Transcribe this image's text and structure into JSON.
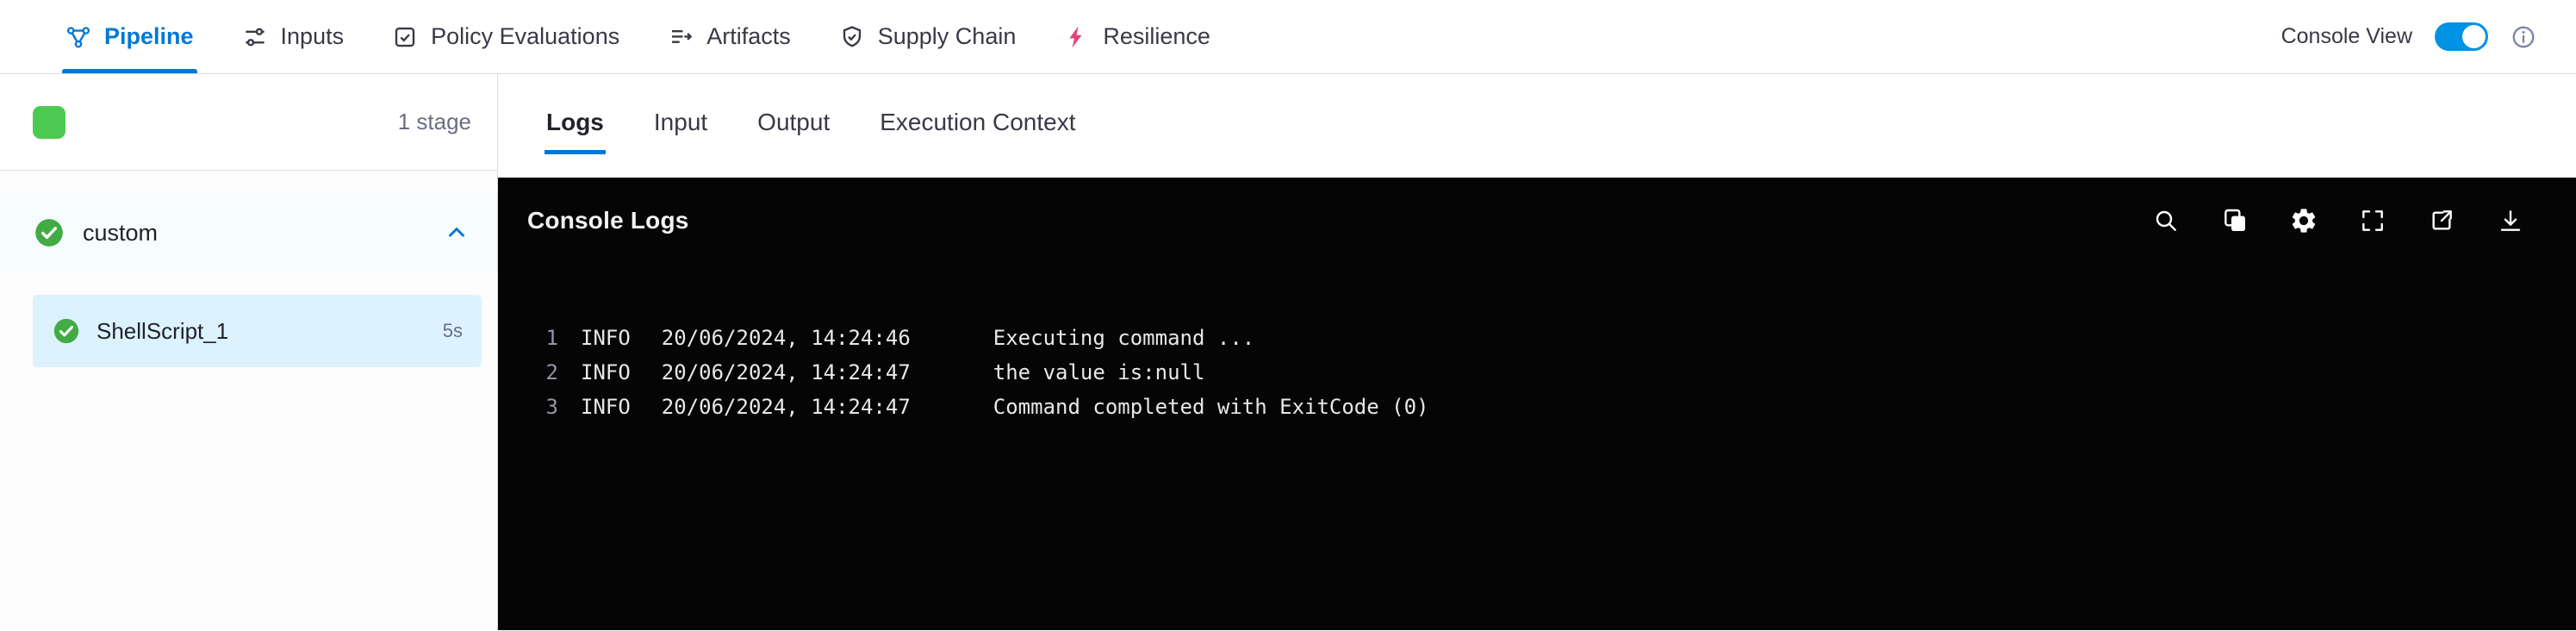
{
  "top_nav": {
    "tabs": [
      {
        "label": "Pipeline",
        "active": true
      },
      {
        "label": "Inputs",
        "active": false
      },
      {
        "label": "Policy Evaluations",
        "active": false
      },
      {
        "label": "Artifacts",
        "active": false
      },
      {
        "label": "Supply Chain",
        "active": false
      },
      {
        "label": "Resilience",
        "active": false
      }
    ],
    "console_view_label": "Console View",
    "console_view_on": true
  },
  "sidebar": {
    "stage_count": "1 stage",
    "stage_group": {
      "label": "custom",
      "status": "success",
      "expanded": true
    },
    "steps": [
      {
        "label": "ShellScript_1",
        "duration": "5s",
        "status": "success",
        "selected": true
      }
    ]
  },
  "main": {
    "tabs": [
      {
        "label": "Logs",
        "active": true
      },
      {
        "label": "Input",
        "active": false
      },
      {
        "label": "Output",
        "active": false
      },
      {
        "label": "Execution Context",
        "active": false
      }
    ],
    "console": {
      "title": "Console Logs",
      "icons": [
        "search-icon",
        "copy-icon",
        "gear-icon",
        "fullscreen-icon",
        "external-link-icon",
        "download-icon"
      ],
      "logs": [
        {
          "line": "1",
          "level": "INFO",
          "timestamp": "20/06/2024, 14:24:46",
          "message": "Executing command ..."
        },
        {
          "line": "2",
          "level": "INFO",
          "timestamp": "20/06/2024, 14:24:47",
          "message": "the value is:null"
        },
        {
          "line": "3",
          "level": "INFO",
          "timestamp": "20/06/2024, 14:24:47",
          "message": "Command completed with ExitCode (0)"
        }
      ]
    }
  },
  "colors": {
    "accent_blue": "#0278d5",
    "toggle_blue": "#0092e4",
    "success_green": "#42ab45",
    "stage_square_green": "#4dc952",
    "selected_step_bg": "#dcf2ff",
    "console_bg": "#050505",
    "resilience_pink": "#e0447c"
  }
}
